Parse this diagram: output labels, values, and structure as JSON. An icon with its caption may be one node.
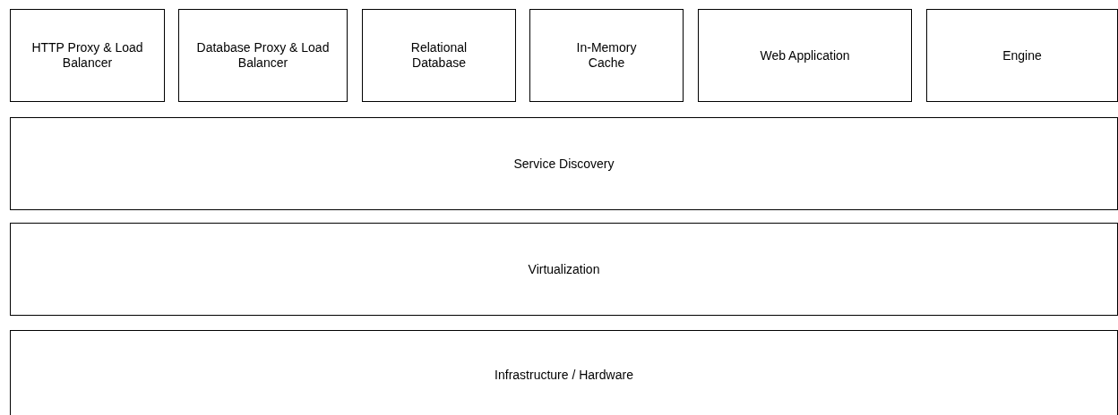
{
  "diagram": {
    "nodes": [
      {
        "text": [
          "HTTP Proxy & Load Balancer"
        ]
      },
      {
        "text": [
          "Database Proxy & Load Balancer"
        ]
      },
      {
        "text": [
          "Relational Database"
        ]
      },
      {
        "text": [
          "In-Memory Cache"
        ]
      },
      {
        "text": [
          "Web Application"
        ]
      },
      {
        "text": [
          "Engine"
        ]
      },
      {
        "text": [
          "Service Discovery"
        ]
      },
      {
        "text": [
          "Virtualization"
        ]
      },
      {
        "text": [
          "Infrastructure / Hardware"
        ]
      }
    ]
  }
}
